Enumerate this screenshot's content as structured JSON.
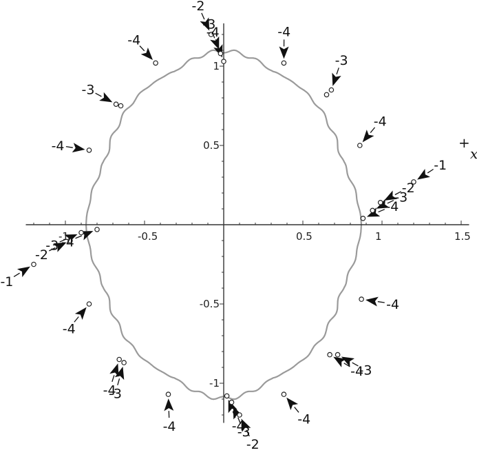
{
  "chart_data": {
    "type": "scatter",
    "title": "",
    "xlabel": "x",
    "ylabel": "",
    "xlim": [
      -1.25,
      1.55
    ],
    "ylim": [
      -1.25,
      1.27
    ],
    "x_ticks": [
      {
        "value": -1,
        "label": "-1"
      },
      {
        "value": -0.5,
        "label": "-0.5"
      },
      {
        "value": 0.5,
        "label": "0.5"
      },
      {
        "value": 1,
        "label": "1"
      },
      {
        "value": 1.5,
        "label": "1.5"
      }
    ],
    "y_ticks": [
      {
        "value": 1,
        "label": "1"
      },
      {
        "value": 0.5,
        "label": "0.5"
      },
      {
        "value": -0.5,
        "label": "-0.5"
      },
      {
        "value": -1,
        "label": "-1"
      }
    ],
    "legend_marker": "+",
    "boundary_color": "#9a9a9a",
    "points": [
      {
        "x": -0.08,
        "y": 1.2,
        "label": "-2"
      },
      {
        "x": -0.02,
        "y": 1.08,
        "label": "-3"
      },
      {
        "x": 0.0,
        "y": 1.03,
        "label": "-4"
      },
      {
        "x": -0.43,
        "y": 1.02,
        "label": "-4"
      },
      {
        "x": 0.38,
        "y": 1.02,
        "label": "-4"
      },
      {
        "x": -0.68,
        "y": 0.76,
        "label": "-3"
      },
      {
        "x": -0.65,
        "y": 0.75,
        "label": ""
      },
      {
        "x": 0.68,
        "y": 0.85,
        "label": "-3"
      },
      {
        "x": 0.65,
        "y": 0.82,
        "label": ""
      },
      {
        "x": -0.85,
        "y": 0.47,
        "label": "-4"
      },
      {
        "x": 0.86,
        "y": 0.5,
        "label": "-4"
      },
      {
        "x": 1.2,
        "y": 0.27,
        "label": "-1"
      },
      {
        "x": 0.99,
        "y": 0.14,
        "label": "-2"
      },
      {
        "x": 0.94,
        "y": 0.09,
        "label": "-3"
      },
      {
        "x": 0.88,
        "y": 0.04,
        "label": "-4"
      },
      {
        "x": -0.8,
        "y": -0.03,
        "label": "-4"
      },
      {
        "x": -0.9,
        "y": -0.05,
        "label": "-3"
      },
      {
        "x": -0.97,
        "y": -0.1,
        "label": "-2"
      },
      {
        "x": -1.2,
        "y": -0.25,
        "label": "-1"
      },
      {
        "x": -0.85,
        "y": -0.5,
        "label": "-4"
      },
      {
        "x": 0.87,
        "y": -0.47,
        "label": "-4"
      },
      {
        "x": -0.66,
        "y": -0.85,
        "label": "-4"
      },
      {
        "x": -0.63,
        "y": -0.87,
        "label": "-3"
      },
      {
        "x": 0.67,
        "y": -0.82,
        "label": "-4"
      },
      {
        "x": 0.72,
        "y": -0.82,
        "label": "-3"
      },
      {
        "x": -0.35,
        "y": -1.07,
        "label": "-4"
      },
      {
        "x": 0.38,
        "y": -1.07,
        "label": "-4"
      },
      {
        "x": 0.02,
        "y": -1.08,
        "label": "-4"
      },
      {
        "x": 0.05,
        "y": -1.12,
        "label": "-3"
      },
      {
        "x": 0.1,
        "y": -1.2,
        "label": "-2"
      }
    ]
  }
}
